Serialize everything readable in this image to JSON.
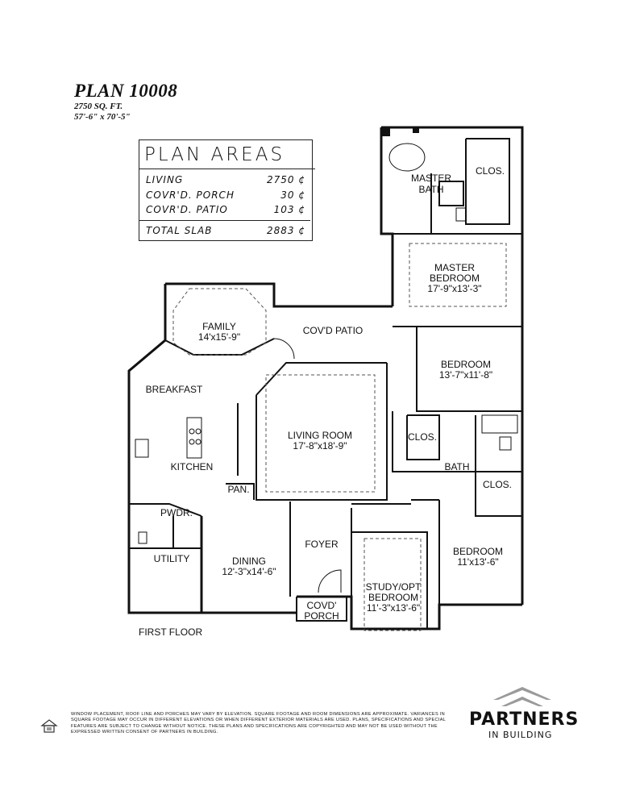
{
  "header": {
    "plan_title": "PLAN 10008",
    "sqft": "2750 SQ. FT.",
    "dimensions": "57'-6\" x 70'-5\""
  },
  "plan_areas": {
    "title": "PLAN AREAS",
    "rows": [
      {
        "label": "LIVING",
        "value": "2750 ¢"
      },
      {
        "label": "COVR'D. PORCH",
        "value": "30 ¢"
      },
      {
        "label": "COVR'D. PATIO",
        "value": "103 ¢"
      }
    ],
    "total": {
      "label": "TOTAL SLAB",
      "value": "2883 ¢"
    }
  },
  "rooms": {
    "master_bath": [
      "MASTER",
      "BATH"
    ],
    "clos_master": "CLOS.",
    "master_bedroom": [
      "MASTER",
      "BEDROOM",
      "17'-9\"x13'-3\""
    ],
    "family": [
      "FAMILY",
      "14'x15'-9\""
    ],
    "covd_patio": "COV'D PATIO",
    "bedroom2": [
      "BEDROOM",
      "13'-7\"x11'-8\""
    ],
    "breakfast": "BREAKFAST",
    "living_room": [
      "LIVING ROOM",
      "17'-8\"x18'-9\""
    ],
    "clos2": "CLOS.",
    "kitchen": "KITCHEN",
    "bath": "BATH",
    "clos3": "CLOS.",
    "pan": "PAN.",
    "pwdr": "PWDR.",
    "foyer": "FOYER",
    "bedroom3": [
      "BEDROOM",
      "11'x13'-6\""
    ],
    "utility": "UTILITY",
    "dining": [
      "DINING",
      "12'-3\"x14'-6\""
    ],
    "study": [
      "STUDY/OPT",
      "BEDROOM",
      "11'-3\"x13'-6\""
    ],
    "covd_porch": [
      "COVD'",
      "PORCH"
    ]
  },
  "floor_label": "FIRST FLOOR",
  "disclaimer": "WINDOW PLACEMENT, ROOF LINE AND PORCHES MAY VARY BY ELEVATION. SQUARE FOOTAGE AND ROOM DIMENSIONS ARE APPROXIMATE. VARIANCES IN SQUARE FOOTAGE MAY OCCUR IN DIFFERENT ELEVATIONS OR WHEN DIFFERENT EXTERIOR MATERIALS ARE USED. PLANS, SPECIFICATIONS AND SPECIAL FEATURES ARE SUBJECT TO CHANGE WITHOUT NOTICE. THESE PLANS AND SPECIFICATIONS ARE COPYRIGHTED AND MAY NOT BE USED WITHOUT THE EXPRESSED WRITTEN CONSENT OF PARTNERS IN BUILDING.",
  "brand": {
    "name": "PARTNERS",
    "tagline": "IN BUILDING"
  }
}
